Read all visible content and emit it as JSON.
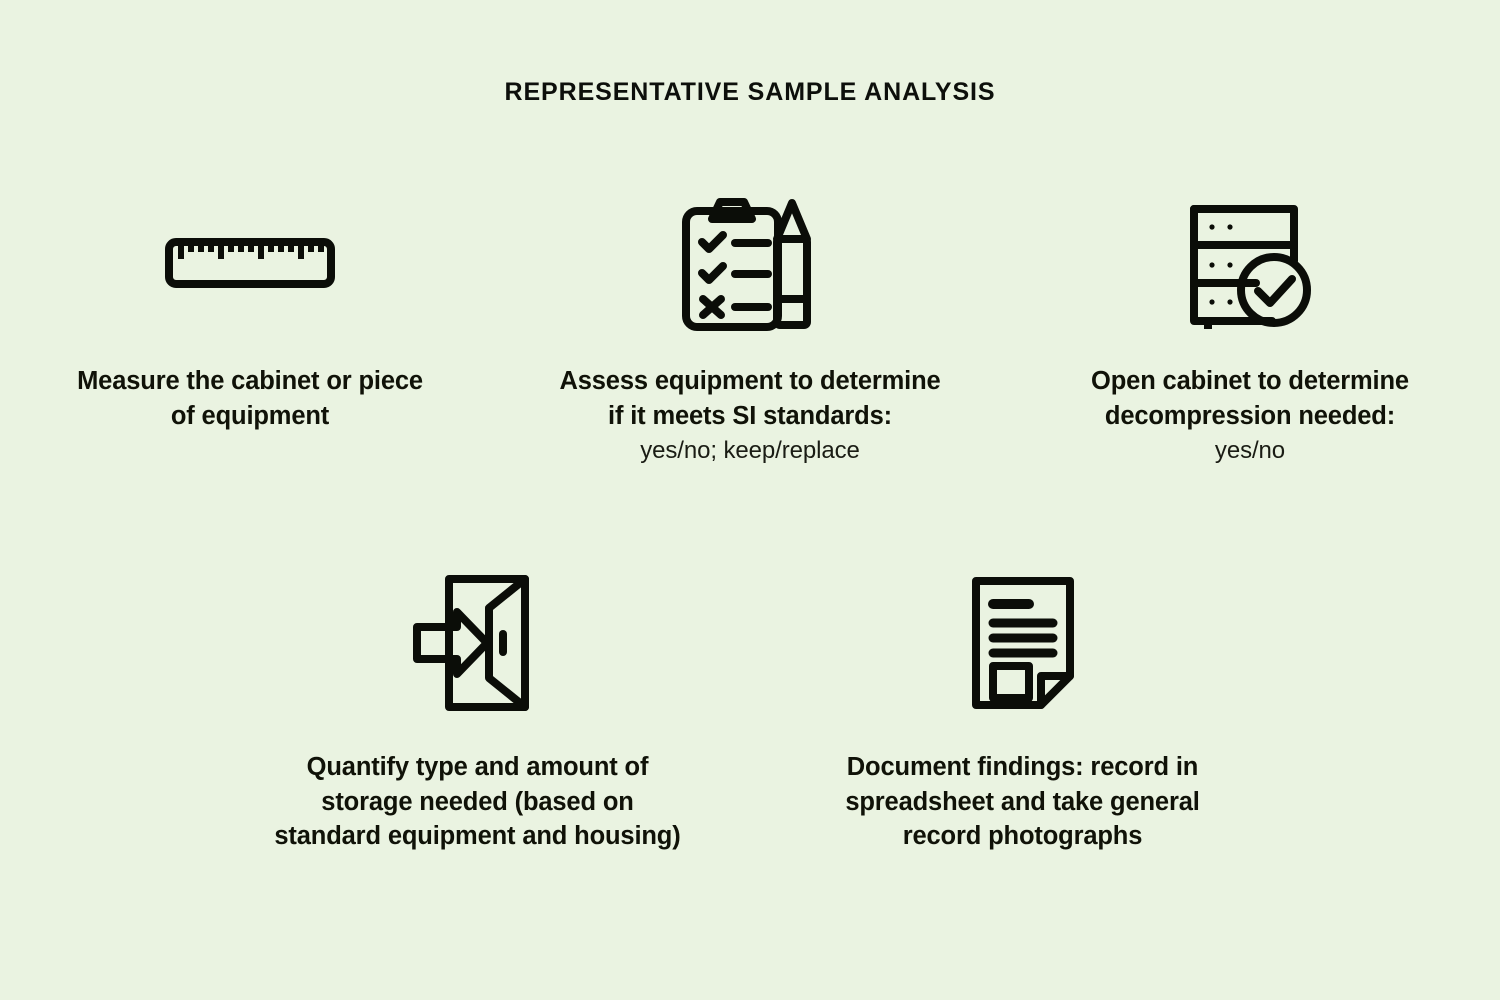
{
  "page": {
    "title": "REPRESENTATIVE SAMPLE ANALYSIS",
    "background_color": "#eaf3e1",
    "ink_color": "#101208"
  },
  "steps": {
    "row_top": [
      {
        "icon": "ruler-icon",
        "lines": [
          "Measure the cabinet or piece",
          "of equipment"
        ],
        "sub_lines": []
      },
      {
        "icon": "clipboard-checklist-pencil-icon",
        "lines": [
          "Assess equipment to determine",
          "if it meets SI standards:"
        ],
        "sub_lines": [
          "yes/no; keep/replace"
        ]
      },
      {
        "icon": "cabinet-check-icon",
        "lines": [
          "Open cabinet to determine",
          "decompression needed:"
        ],
        "sub_lines": [
          "yes/no"
        ]
      }
    ],
    "row_bottom": [
      {
        "icon": "open-door-arrow-icon",
        "lines": [
          "Quantify type and amount of",
          "storage needed (based on",
          "standard equipment and housing)"
        ],
        "sub_lines": []
      },
      {
        "icon": "document-photo-icon",
        "lines": [
          "Document findings: record in",
          "spreadsheet and take general",
          "record photographs"
        ],
        "sub_lines": []
      }
    ]
  }
}
